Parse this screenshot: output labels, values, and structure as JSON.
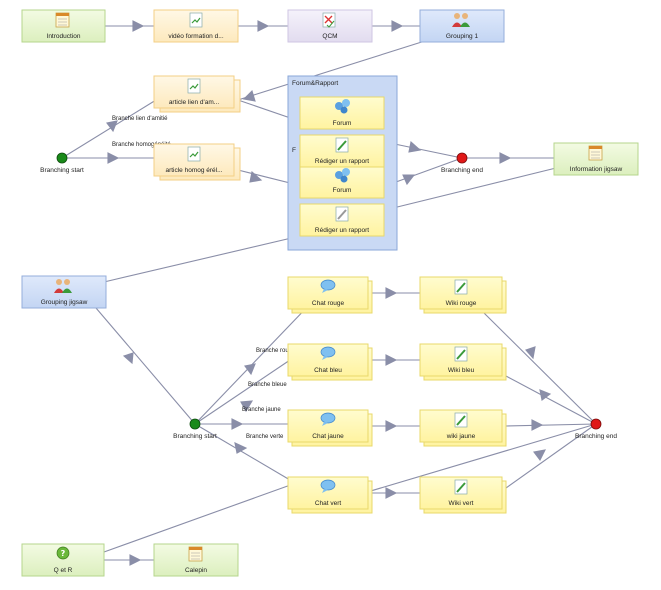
{
  "activities": {
    "introduction": "Introduction",
    "video": "vidéo formation d...",
    "qcm": "QCM",
    "grouping1": "Grouping 1",
    "article_lien": "article lien d'am...",
    "article_homog": "article homog érél...",
    "forum_rapport_title": "Forum&Rapport",
    "forum_top_label": "Forum",
    "rediger_top": "Rédiger un rapport",
    "forum_bottom_label": "Forum",
    "rediger_bottom": "Rédiger un rapport",
    "second_container_char": "F",
    "information_jigsaw": "Information jigsaw",
    "grouping_jigsaw": "Grouping jigsaw",
    "chat_rouge": "Chat rouge",
    "wiki_rouge": "Wiki rouge",
    "chat_bleu": "Chat bleu",
    "wiki_bleu": "Wiki bleu",
    "chat_jaune": "Chat jaune",
    "wiki_jaune": "wiki jaune",
    "chat_vert": "Chat vert",
    "wiki_vert": "Wiki vert",
    "qetr": "Q et R",
    "calepin": "Calepin"
  },
  "branching": {
    "start1": "Branching start",
    "end1": "Branching end",
    "start2": "Branching start",
    "end2": "Branching end",
    "branch_lien": "Branche lien d'amitié",
    "branch_homog": "Branche homogénéité",
    "branch_rouge": "Branche rouge",
    "branch_bleue": "Branche bleue",
    "branch_jaune": "Branche jaune",
    "branch_verte": "Branche verte"
  }
}
